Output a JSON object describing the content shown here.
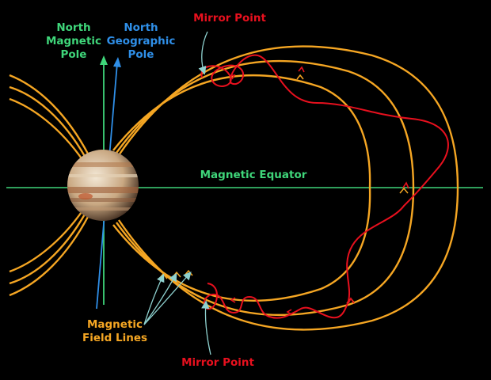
{
  "labels": {
    "north_magnetic_pole": [
      "North",
      "Magnetic",
      "Pole"
    ],
    "north_geographic_pole": [
      "North",
      "Geographic",
      "Pole"
    ],
    "mirror_point_top": "Mirror Point",
    "mirror_point_bottom": "Mirror Point",
    "magnetic_equator": "Magnetic Equator",
    "field_lines": [
      "Magnetic",
      "Field Lines"
    ]
  },
  "colors": {
    "background": "#000000",
    "field_line": "#f5a623",
    "particle_path": "#e8101e",
    "magnetic_axis": "#3fd67a",
    "geographic_axis": "#2f8fe8",
    "pointer": "#8ed1cf",
    "mirror_label": "#e8101e",
    "field_label": "#f5a623",
    "pole_mag_label": "#3fd67a",
    "pole_geo_label": "#2f8fe8",
    "equator_label": "#3fd67a"
  },
  "icons": {
    "planet": "jupiter-globe"
  }
}
